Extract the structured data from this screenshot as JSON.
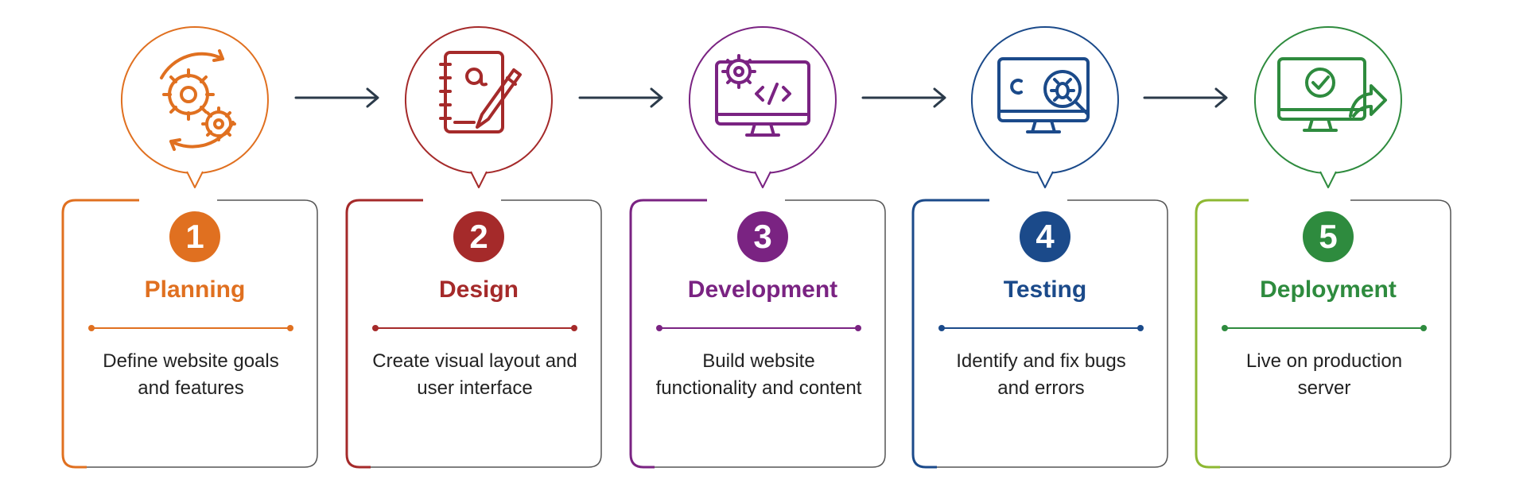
{
  "steps": [
    {
      "number": "1",
      "title": "Planning",
      "description": "Define website goals and features",
      "color": "#E07020",
      "icon": "gears-cycle-icon"
    },
    {
      "number": "2",
      "title": "Design",
      "description": "Create visual layout and user interface",
      "color": "#A52A2A",
      "icon": "notebook-pencil-icon"
    },
    {
      "number": "3",
      "title": "Development",
      "description": "Build website functionality and content",
      "color": "#7A2382",
      "icon": "monitor-code-gear-icon"
    },
    {
      "number": "4",
      "title": "Testing",
      "description": "Identify and fix bugs and errors",
      "color": "#1B4A8A",
      "icon": "monitor-bug-magnifier-icon"
    },
    {
      "number": "5",
      "title": "Deployment",
      "description": "Live on production server",
      "color": "#2E8B3E",
      "accent": "#8DB832",
      "icon": "monitor-check-launch-icon"
    }
  ],
  "arrow_color": "#2B3A4A"
}
